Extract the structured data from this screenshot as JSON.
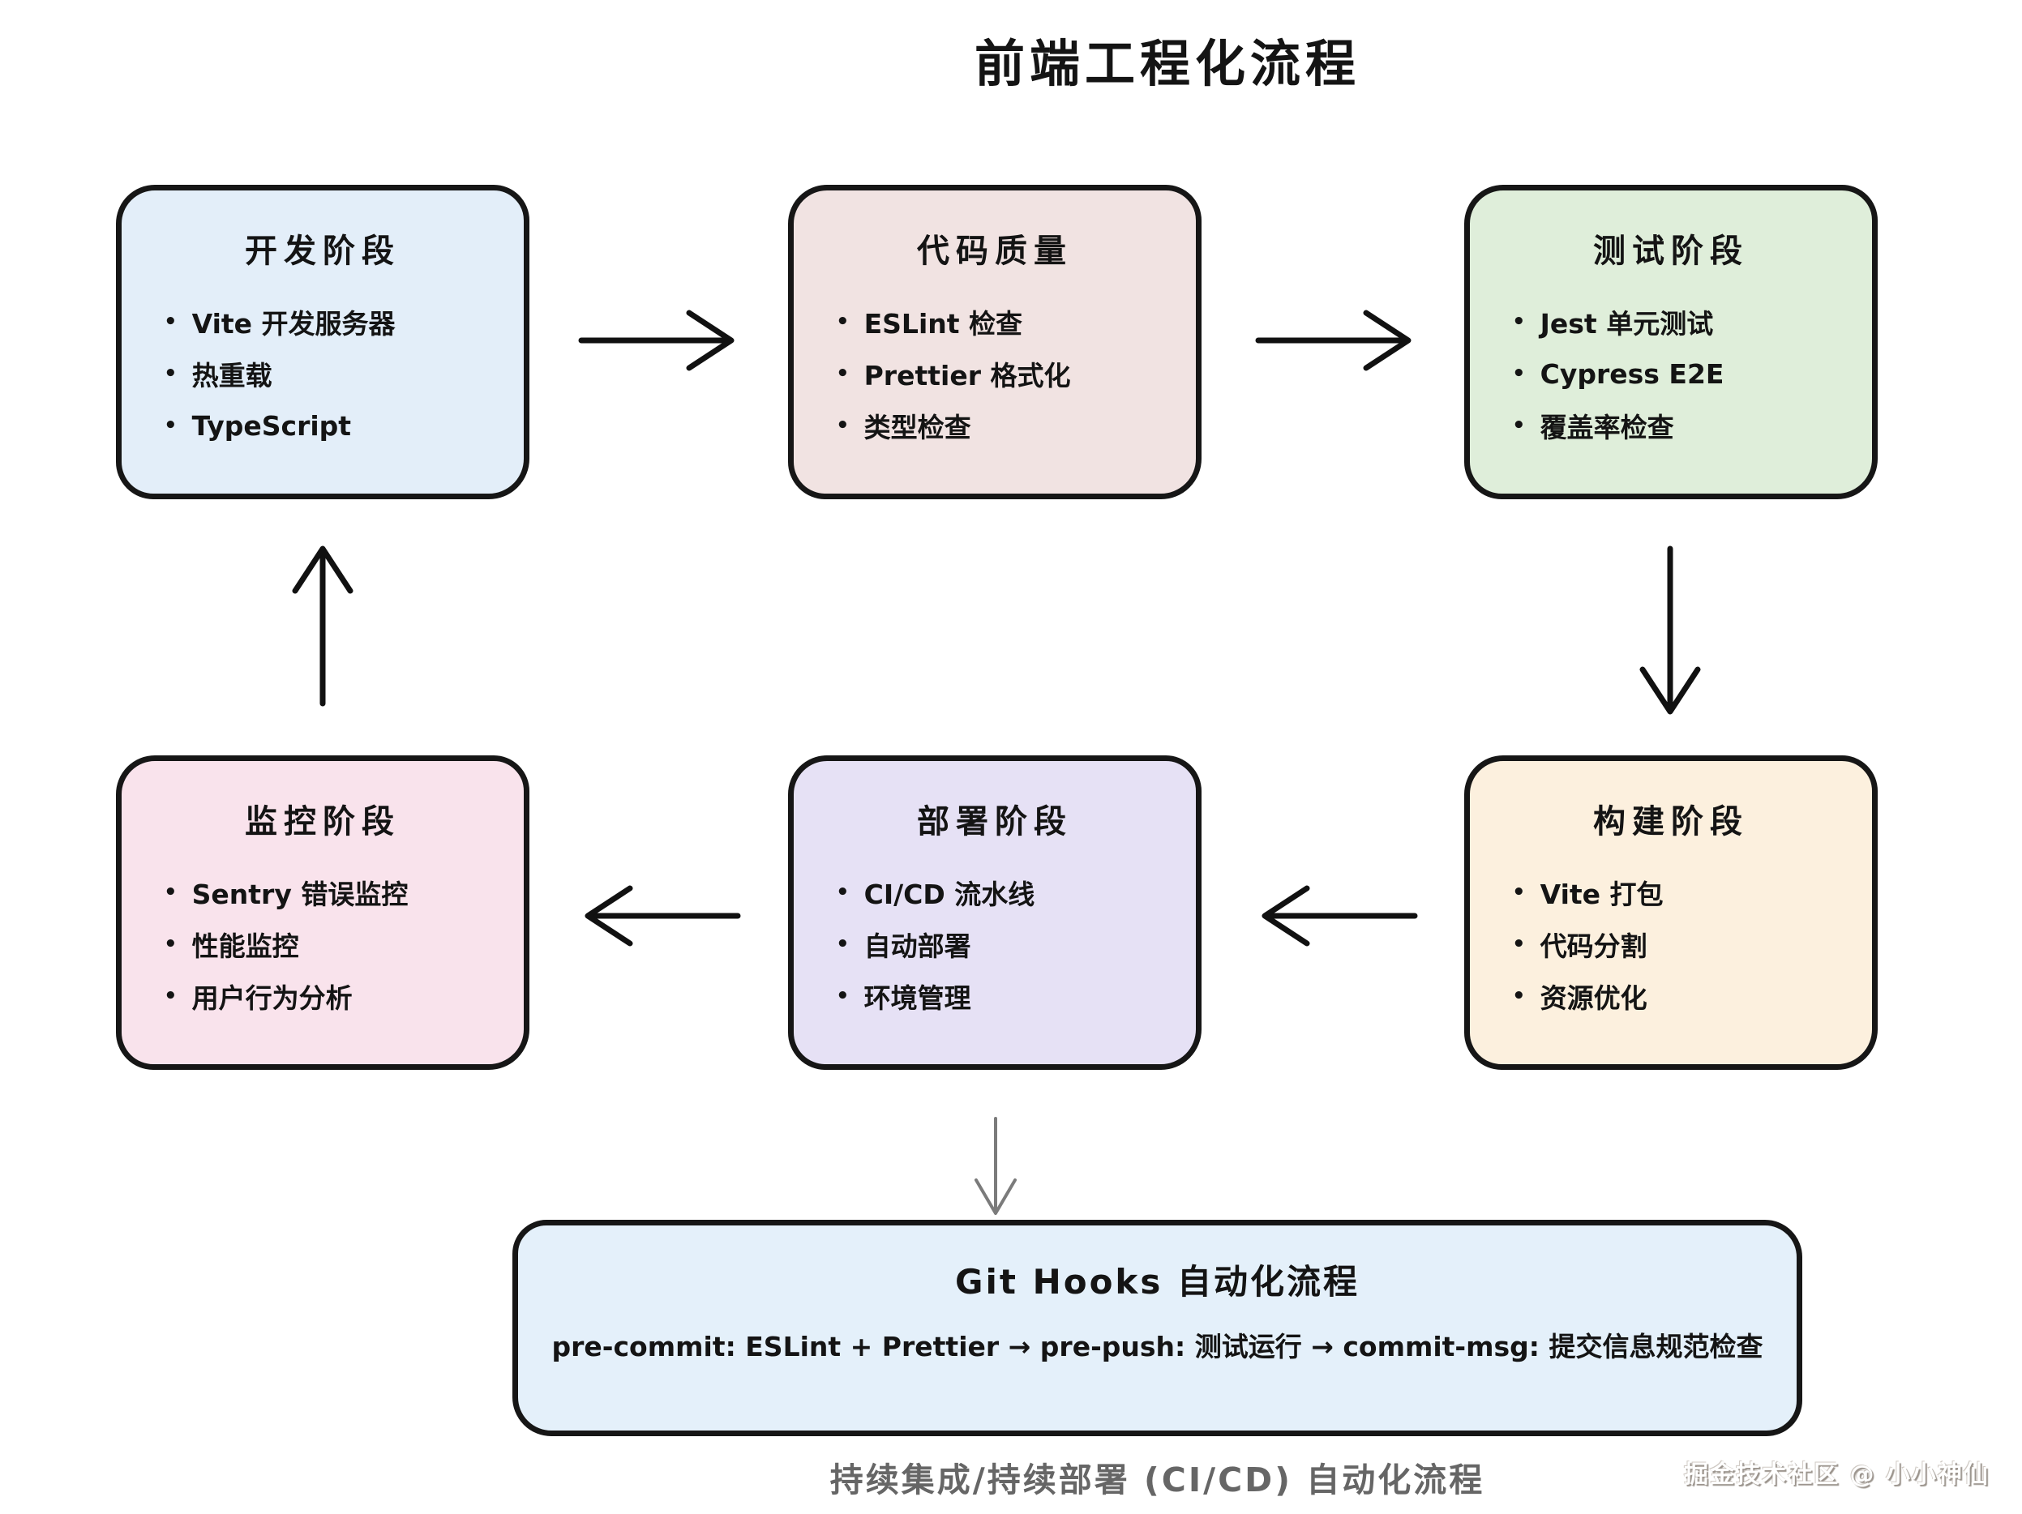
{
  "title": "前端工程化流程",
  "icons": {
    "bullet": "•"
  },
  "stages": [
    {
      "id": "dev",
      "title": "开发阶段",
      "bg": "#e3eef9",
      "items": [
        "Vite 开发服务器",
        "热重载",
        "TypeScript"
      ]
    },
    {
      "id": "quality",
      "title": "代码质量",
      "bg": "#f1e3e2",
      "items": [
        "ESLint 检查",
        "Prettier 格式化",
        "类型检查"
      ]
    },
    {
      "id": "test",
      "title": "测试阶段",
      "bg": "#dfeeda",
      "items": [
        "Jest 单元测试",
        "Cypress E2E",
        "覆盖率检查"
      ]
    },
    {
      "id": "monitor",
      "title": "监控阶段",
      "bg": "#f9e3ec",
      "items": [
        "Sentry 错误监控",
        "性能监控",
        "用户行为分析"
      ]
    },
    {
      "id": "deploy",
      "title": "部署阶段",
      "bg": "#e6e1f5",
      "items": [
        "CI/CD 流水线",
        "自动部署",
        "环境管理"
      ]
    },
    {
      "id": "build",
      "title": "构建阶段",
      "bg": "#fcf0de",
      "items": [
        "Vite 打包",
        "代码分割",
        "资源优化"
      ]
    }
  ],
  "git_hooks": {
    "title": "Git Hooks 自动化流程",
    "body": "pre-commit: ESLint + Prettier → pre-push: 测试运行 → commit-msg: 提交信息规范检查",
    "bg": "#e4f0fa"
  },
  "caption": "持续集成/持续部署 (CI/CD) 自动化流程",
  "watermark": "掘金技术社区 @ 小小神仙",
  "colors": {
    "border": "#161616",
    "arrow": "#111111",
    "secondary_arrow": "#7b7b7b",
    "caption_text": "#666666"
  }
}
